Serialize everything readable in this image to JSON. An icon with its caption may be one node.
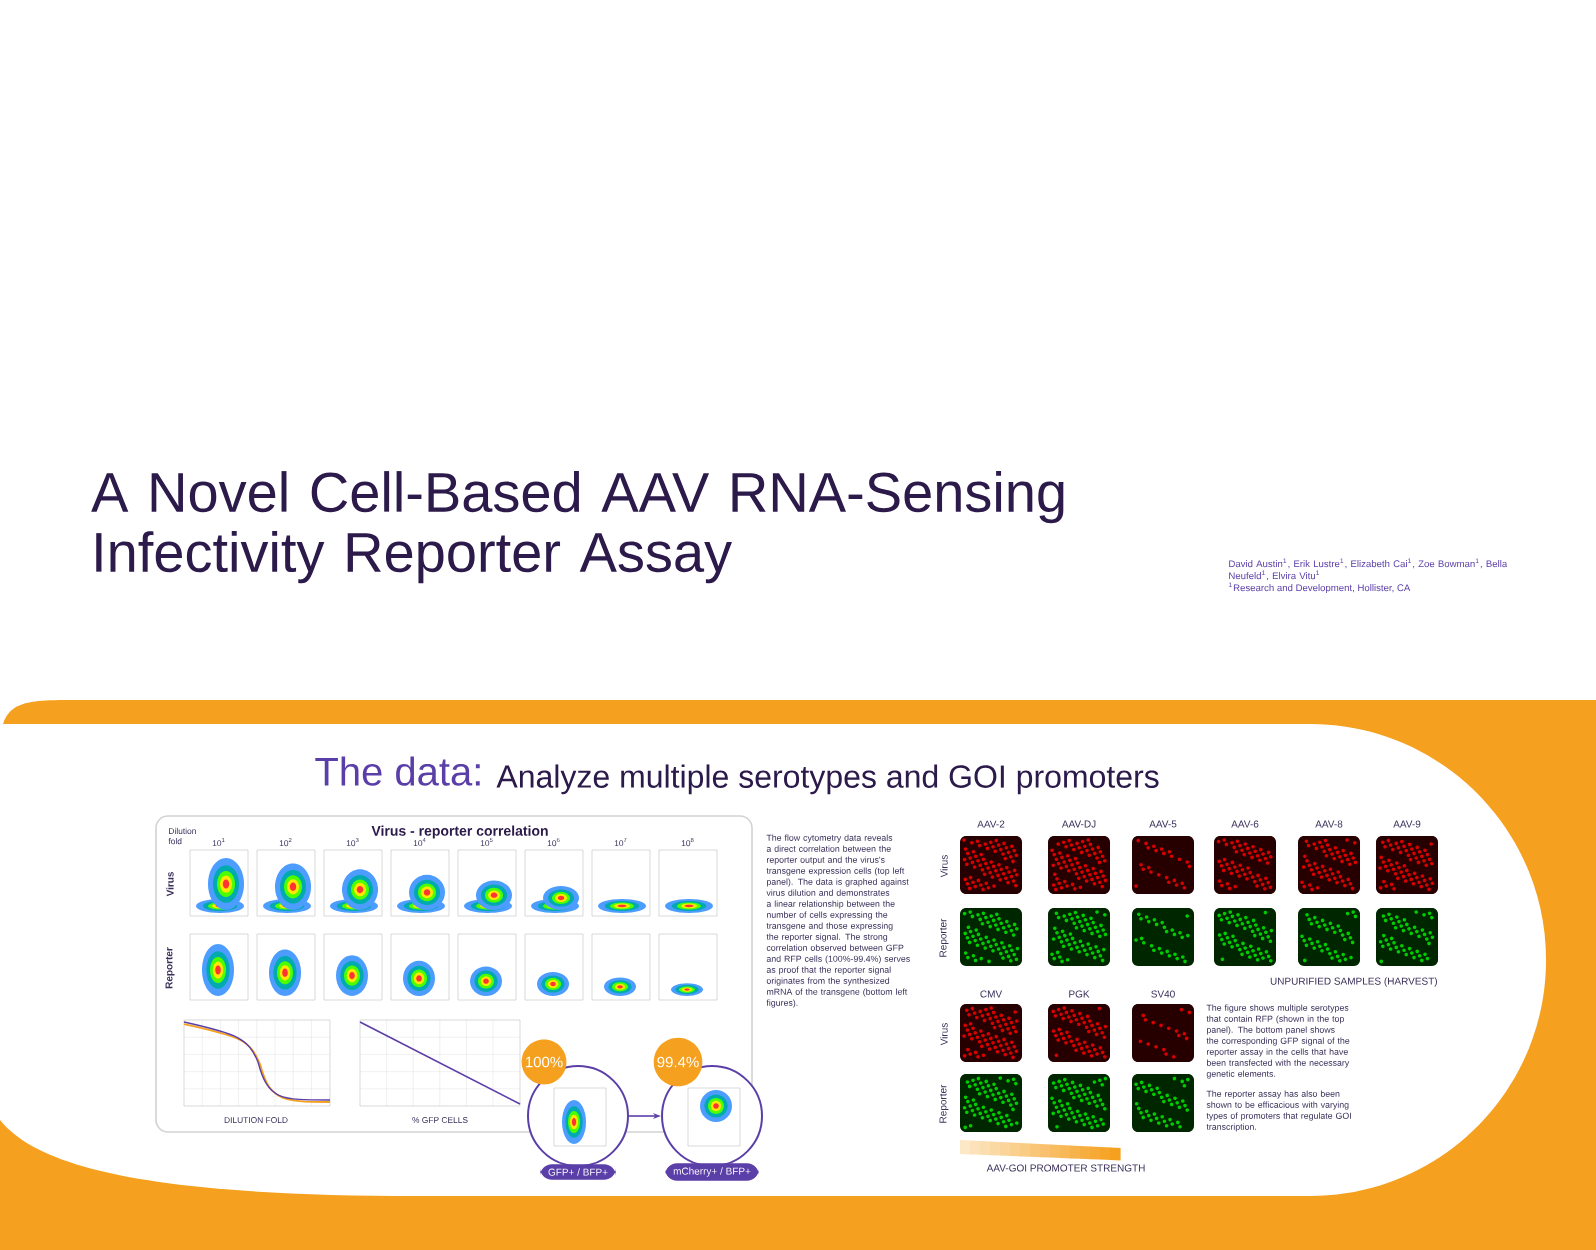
{
  "diagram": {
    "title": "A Novel Cell-Based AAV RNA-Sensing Infectivity Reporter Assay",
    "nodes": [
      {
        "text": [
          "100%",
          "GFP+ / BFP+"
        ]
      },
      {
        "text": [
          "99.4%",
          "mCherry+ / BFP+"
        ]
      }
    ],
    "edges": [
      {
        "from": 0,
        "to": 1,
        "arrow": "to"
      }
    ],
    "labels": [
      "David Austin$^{1}$, Erik Lustre$^{1}$, Elizabeth Cai$^{1}$, Zoe Bowman$^{1}$, Bella Neufeld$^{1}$, Elvira Vitu$^{1}$",
      "$^{1}$Research and Development, Hollister, CA",
      "The data:",
      "Analyze multiple serotypes and GOI promoters",
      "Dilution fold",
      "Virus - reporter correlation",
      "10$^{1}$",
      "10$^{2}$",
      "10$^{3}$",
      "10$^{4}$",
      "10$^{5}$",
      "10$^{6}$",
      "10$^{7}$",
      "10$^{8}$",
      "Virus",
      "Reporter",
      "DILUTION FOLD",
      "% GFP CELLS",
      "The flow cytometry data reveals a direct correlation between the reporter output and the virus's transgene expression cells (top left panel). The data is graphed against virus dilution and demonstrates a linear relationship between the number of cells expressing the transgene and those expressing the reporter signal. The strong correlation observed between GFP and RFP cells (100%-99.4%) serves as proof that the reporter signal originates from the synthesized mRNA of the transgene (bottom left figures).",
      "AAV-2",
      "AAV-DJ",
      "AAV-5",
      "AAV-6",
      "AAV-8",
      "AAV-9",
      "Virus",
      "Reporter",
      "UNPURIFIED SAMPLES (HARVEST)",
      "CMV",
      "PGK",
      "SV40",
      "Virus",
      "Reporter",
      "The figure shows multiple serotypes that contain RFP (shown in the top panel). The bottom panel shows the corresponding GFP signal of the reporter assay in the cells that have been transfected with the necessary genetic elements.",
      "The reporter assay has also been shown to be efficacious with varying types of promoters that regulate GOI transcription.",
      "AAV-GOI PROMOTER STRENGTH"
    ]
  }
}
